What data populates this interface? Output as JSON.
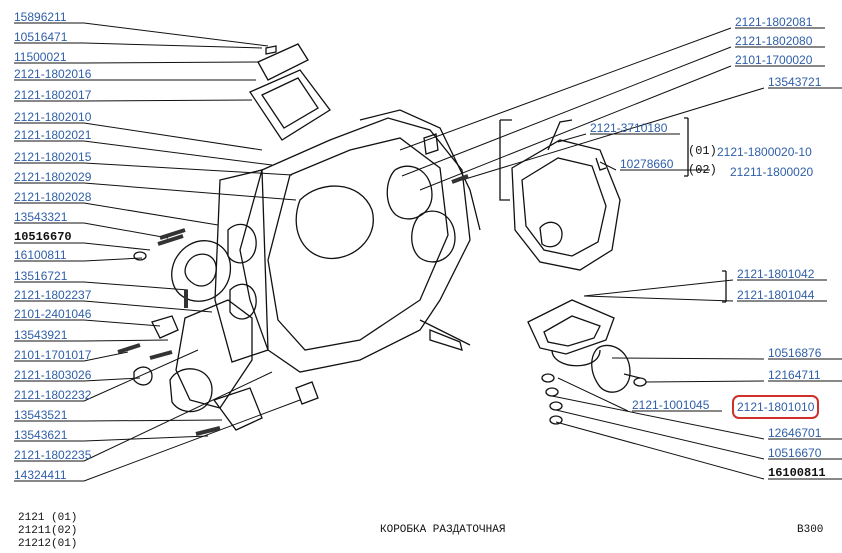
{
  "left_labels": [
    {
      "id": "15896211",
      "text": "15896211",
      "style": "normal"
    },
    {
      "id": "10516471",
      "text": "10516471",
      "style": "normal"
    },
    {
      "id": "11500021",
      "text": "11500021",
      "style": "normal"
    },
    {
      "id": "2121-1802016",
      "text": "2121-1802016",
      "style": "normal"
    },
    {
      "id": "2121-1802017",
      "text": "2121-1802017",
      "style": "normal"
    },
    {
      "id": "2121-1802010",
      "text": "2121-1802010",
      "style": "normal"
    },
    {
      "id": "2121-1802021",
      "text": "2121-1802021",
      "style": "normal"
    },
    {
      "id": "2121-1802015",
      "text": "2121-1802015",
      "style": "normal"
    },
    {
      "id": "2121-1802029",
      "text": "2121-1802029",
      "style": "normal"
    },
    {
      "id": "2121-1802028",
      "text": "2121-1802028",
      "style": "normal"
    },
    {
      "id": "13543321",
      "text": "13543321",
      "style": "normal"
    },
    {
      "id": "10516670a",
      "text": "10516670",
      "style": "bold"
    },
    {
      "id": "16100811a",
      "text": "16100811",
      "style": "normal"
    },
    {
      "id": "13516721",
      "text": "13516721",
      "style": "normal"
    },
    {
      "id": "2121-1802237",
      "text": "2121-1802237",
      "style": "normal"
    },
    {
      "id": "2101-2401046",
      "text": "2101-2401046",
      "style": "normal"
    },
    {
      "id": "13543921",
      "text": "13543921",
      "style": "normal"
    },
    {
      "id": "2101-1701017",
      "text": "2101-1701017",
      "style": "normal"
    },
    {
      "id": "2121-1803026",
      "text": "2121-1803026",
      "style": "normal"
    },
    {
      "id": "2121-1802232",
      "text": "2121-1802232",
      "style": "normal"
    },
    {
      "id": "13543521",
      "text": "13543521",
      "style": "normal"
    },
    {
      "id": "13543621",
      "text": "13543621",
      "style": "normal"
    },
    {
      "id": "2121-1802235",
      "text": "2121-1802235",
      "style": "normal"
    },
    {
      "id": "14324411",
      "text": "14324411",
      "style": "normal"
    }
  ],
  "right_labels": [
    {
      "id": "2121-1802081",
      "text": "2121-1802081",
      "style": "normal"
    },
    {
      "id": "2121-1802080",
      "text": "2121-1802080",
      "style": "normal"
    },
    {
      "id": "2101-1700020",
      "text": "2101-1700020",
      "style": "normal"
    },
    {
      "id": "13543721",
      "text": "13543721",
      "style": "normal"
    },
    {
      "id": "2121-3710180",
      "text": "2121-3710180",
      "style": "normal"
    },
    {
      "id": "10278660",
      "text": "10278660",
      "style": "normal"
    },
    {
      "id": "2121-1800020-10",
      "text": "2121-1800020-10",
      "style": "normal"
    },
    {
      "id": "21211-1800020",
      "text": "21211-1800020",
      "style": "normal"
    },
    {
      "id": "2121-1801042",
      "text": "2121-1801042",
      "style": "normal"
    },
    {
      "id": "2121-1801044",
      "text": "2121-1801044",
      "style": "normal"
    },
    {
      "id": "10516876",
      "text": "10516876",
      "style": "normal"
    },
    {
      "id": "12164711",
      "text": "12164711",
      "style": "normal"
    },
    {
      "id": "2121-1001045",
      "text": "2121-1001045",
      "style": "normal"
    },
    {
      "id": "2121-1801010",
      "text": "2121-1801010",
      "style": "normal"
    },
    {
      "id": "12646701",
      "text": "12646701",
      "style": "normal"
    },
    {
      "id": "10516670b",
      "text": "10516670",
      "style": "normal"
    },
    {
      "id": "16100811b",
      "text": "16100811",
      "style": "bold"
    }
  ],
  "variant_marks": [
    "(01)",
    "(02)"
  ],
  "selected_label": "2121-1801010",
  "highlight_color": "#d0302a",
  "link_color": "#2f5fa8",
  "footer": {
    "models": [
      "2121  (01)",
      "21211(02)",
      "21212(01)"
    ],
    "title": "КОРОБКА   РАЗДАТОЧНАЯ",
    "code": "B300"
  }
}
